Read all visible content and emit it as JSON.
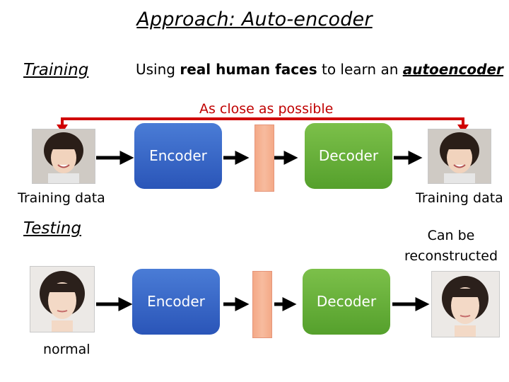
{
  "title": "Approach: Auto-encoder",
  "training": {
    "section_label": "Training",
    "desc_prefix": "Using ",
    "desc_bold": "real human faces",
    "desc_mid": " to learn an ",
    "desc_underline": "autoencoder",
    "arrow_label": "As close as possible",
    "encoder_label": "Encoder",
    "decoder_label": "Decoder",
    "input_caption": "Training data",
    "output_caption": "Training data"
  },
  "testing": {
    "section_label": "Testing",
    "encoder_label": "Encoder",
    "decoder_label": "Decoder",
    "input_caption": "normal",
    "output_caption_line1": "Can be",
    "output_caption_line2": "reconstructed"
  },
  "colors": {
    "encoder": "#2f5fc4",
    "decoder": "#62ad35",
    "code": "#f4a987",
    "red_arrow": "#d00000"
  }
}
